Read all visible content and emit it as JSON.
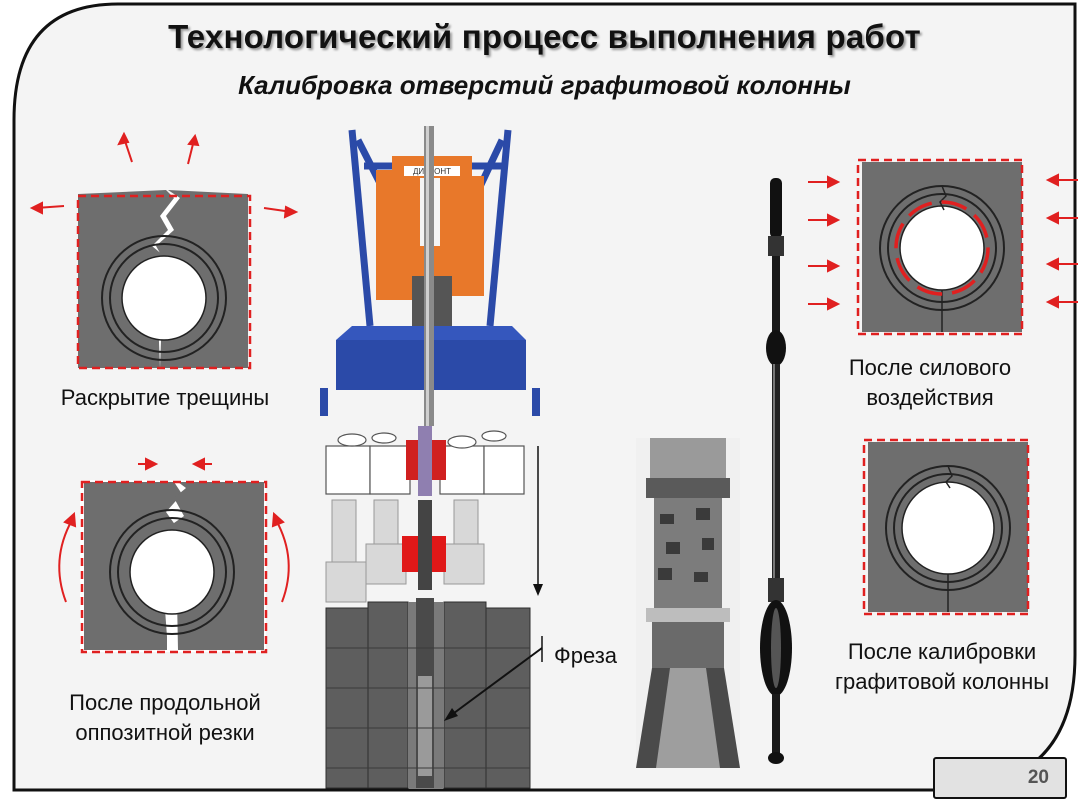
{
  "slide": {
    "title": "Технологический процесс выполнения работ",
    "subtitle": "Калибровка отверстий графитовой колонны",
    "page_number": "20"
  },
  "captions": {
    "crack_opening": "Раскрытие трещины",
    "after_cut_line1": "После продольной",
    "after_cut_line2": "оппозитной резки",
    "after_force_line1": "После силового",
    "after_force_line2": "воздействия",
    "after_calibration_line1": "После калибровки",
    "after_calibration_line2": "графитовой колонны"
  },
  "labels": {
    "cutter": "Фреза",
    "machine_badge": "ДИАКОНТ"
  },
  "colors": {
    "block_gray": "#6e6e6e",
    "marker_red": "#e02020",
    "frame_blue": "#2b4aa8",
    "robot_orange": "#e8782a"
  }
}
